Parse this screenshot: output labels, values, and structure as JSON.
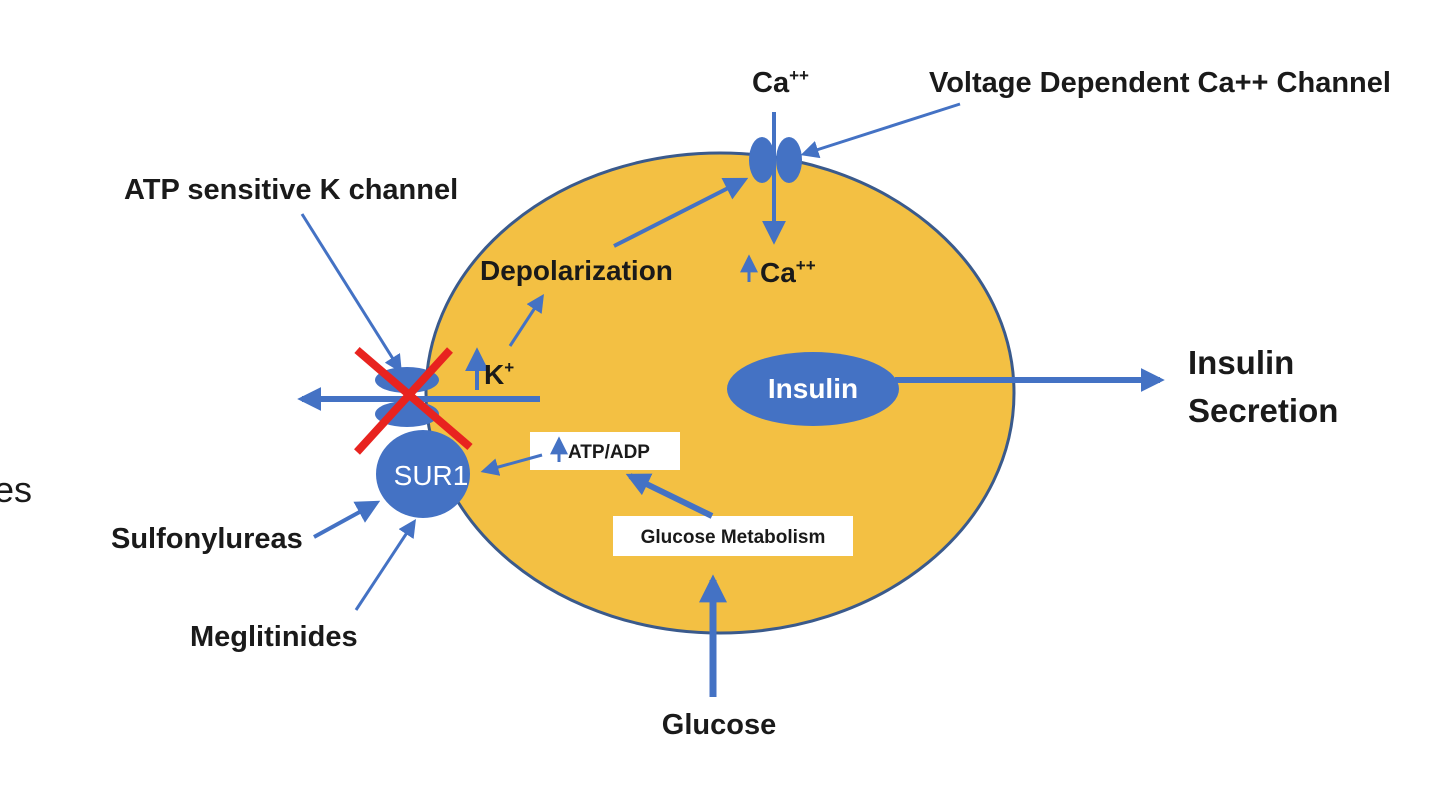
{
  "labels": {
    "ca_top": "Ca",
    "ca_top_charge": "++",
    "vdcc": "Voltage Dependent Ca++ Channel",
    "atp_k_channel": "ATP sensitive K channel",
    "depolarization": "Depolarization",
    "ca_inner": "Ca",
    "ca_inner_charge": "++",
    "k_ion": "K",
    "k_charge": "+",
    "insulin": "Insulin",
    "insulin_secretion_line1": "Insulin",
    "insulin_secretion_line2": "Secretion",
    "atp_adp": "ATP/ADP",
    "sur1": "SUR1",
    "glucose_metabolism": "Glucose Metabolism",
    "sulfonylureas": "Sulfonylureas",
    "meglitinides": "Meglitinides",
    "glucose": "Glucose",
    "cut_text": "es"
  },
  "colors": {
    "cell_fill": "#f3c043",
    "cell_stroke": "#3a5a8c",
    "blue": "#4472c4",
    "x_mark": "#e8231f"
  },
  "icons": {
    "up_arrow_glyph": "up-arrow",
    "blocked_mark": "red-x-mark"
  }
}
